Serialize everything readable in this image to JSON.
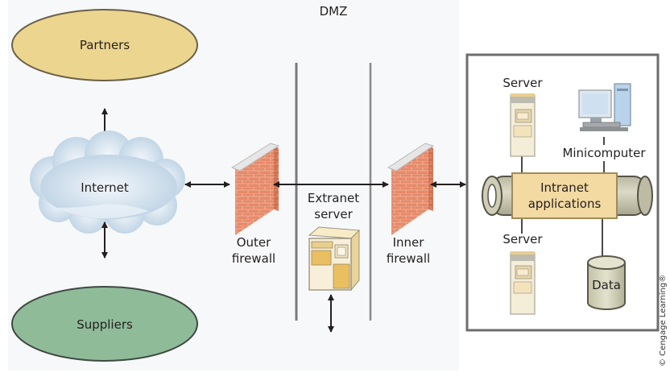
{
  "diagram": {
    "title": "DMZ",
    "nodes": {
      "partners": "Partners",
      "internet": "Internet",
      "suppliers": "Suppliers",
      "outer_firewall": [
        "Outer",
        "firewall"
      ],
      "extranet_server": [
        "Extranet",
        "server"
      ],
      "inner_firewall": [
        "Inner",
        "firewall"
      ],
      "server_top": "Server",
      "minicomputer": "Minicomputer",
      "intranet_applications": [
        "Intranet",
        "applications"
      ],
      "server_bottom": "Server",
      "data": "Data"
    },
    "copyright": "© Cengage Learning®",
    "colors": {
      "partners_fill": "#ecd58f",
      "suppliers_fill": "#8fbb99",
      "cloud_fill": "#c9dbea",
      "brick": "#e58a6a",
      "firewall_cap": "#e6e6e6",
      "intranet_box": "#f3d9a2",
      "pipe": "#cfcdb6",
      "server_body": "#f5ecd3",
      "data_fill": "#d7d6bd"
    }
  }
}
